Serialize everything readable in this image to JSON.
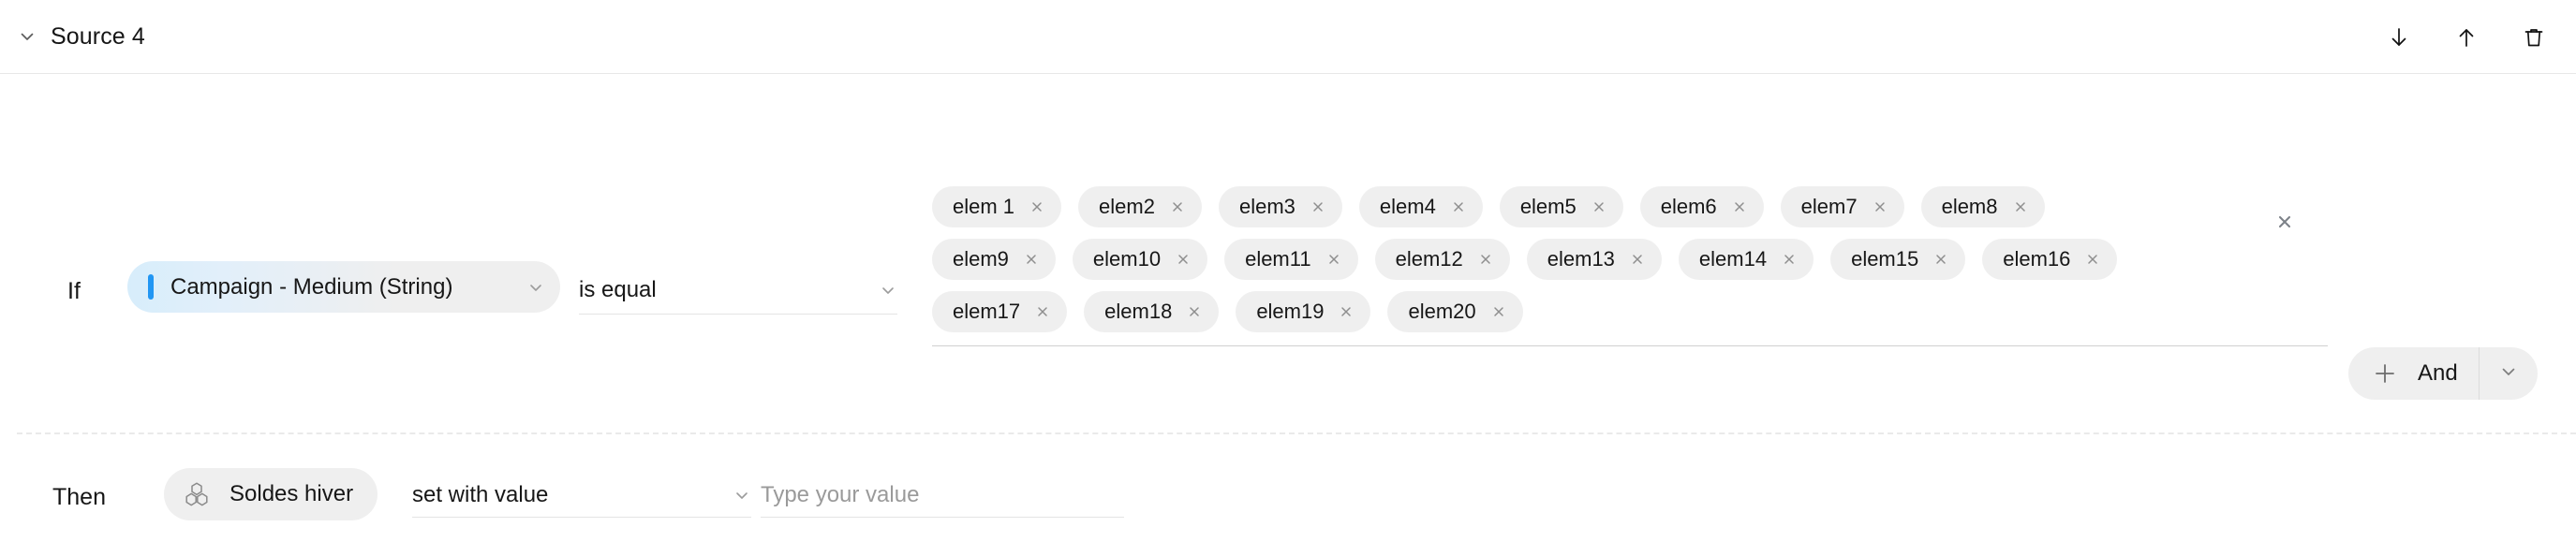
{
  "header": {
    "title": "Source 4",
    "collapse_icon": "chevron-down-icon",
    "actions": [
      {
        "name": "move-down-button",
        "icon": "arrow-down-icon"
      },
      {
        "name": "move-up-button",
        "icon": "arrow-up-icon"
      },
      {
        "name": "delete-button",
        "icon": "trash-icon"
      }
    ]
  },
  "rule": {
    "if_keyword": "If",
    "then_keyword": "Then",
    "condition": {
      "field_label": "Campaign - Medium (String)",
      "field_accent_color": "#2196f3",
      "field_pill_start_color": "#d7edfb",
      "field_pill_end_color": "#efefef",
      "operator_label": "is equal",
      "values": [
        "elem 1",
        "elem2",
        "elem3",
        "elem4",
        "elem5",
        "elem6",
        "elem7",
        "elem8",
        "elem9",
        "elem10",
        "elem11",
        "elem12",
        "elem13",
        "elem14",
        "elem15",
        "elem16",
        "elem17",
        "elem18",
        "elem19",
        "elem20"
      ],
      "clear_all_icon": "close-icon",
      "chip_remove_icon": "close-icon"
    },
    "add_condition": {
      "plus_icon": "plus-icon",
      "label": "And",
      "chevron_icon": "chevron-down-icon"
    },
    "action": {
      "target_label": "Soldes hiver",
      "target_icon": "hexagon-cluster-icon",
      "action_label": "set with value",
      "value": "",
      "value_placeholder": "Type your value"
    }
  }
}
